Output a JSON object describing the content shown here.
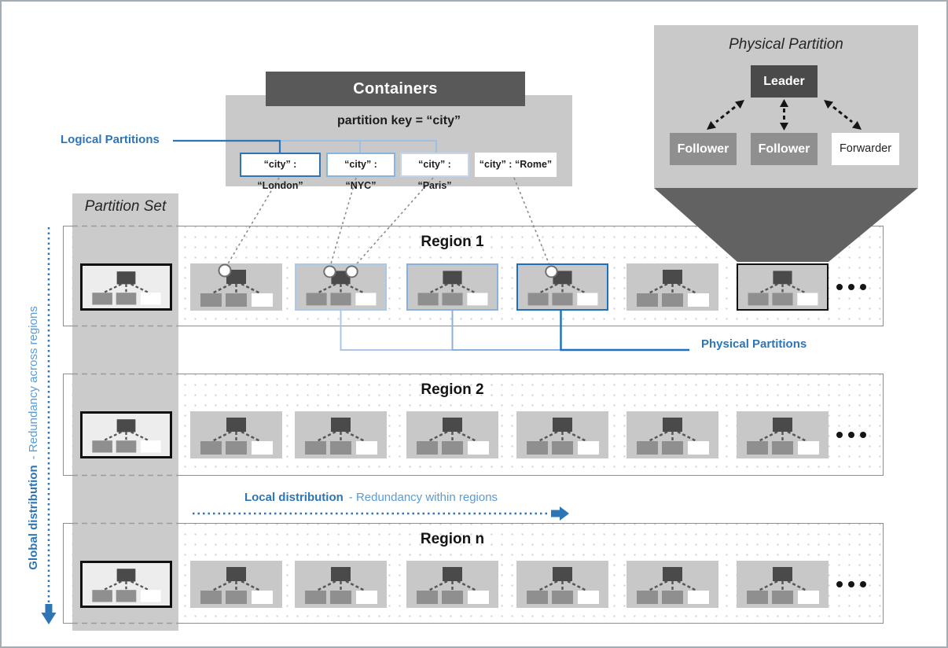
{
  "colors": {
    "accent_blue": "#2e75b6",
    "accent_blue_light": "#5b9bd5",
    "border_light_blue": "#abc8e6",
    "border_medium_blue": "#8ab1dd",
    "border_dark_blue": "#1d6fc0",
    "panel_gray": "#c9c9c9",
    "dark_gray": "#595959"
  },
  "containers": {
    "title": "Containers",
    "partition_key": "partition key = “city”",
    "logical_partitions": [
      {
        "label": "“city” : “London”",
        "border": "dark"
      },
      {
        "label": "“city” : “NYC”",
        "border": "medium"
      },
      {
        "label": "“city” : “Paris”",
        "border": "light"
      },
      {
        "label": "“city” : “Rome”",
        "border": "none"
      }
    ]
  },
  "physical_partition": {
    "title": "Physical Partition",
    "leader": "Leader",
    "follower_1": "Follower",
    "follower_2": "Follower",
    "forwarder": "Forwarder"
  },
  "annotations": {
    "logical_partitions": "Logical Partitions",
    "physical_partitions": "Physical Partitions",
    "partition_set": "Partition Set",
    "global_distribution": "Global distribution",
    "global_distribution_sub": "- Redundancy across regions",
    "local_distribution": "Local distribution",
    "local_distribution_sub": "- Redundancy within regions"
  },
  "regions": [
    {
      "label": "Region 1",
      "icons": [
        {
          "border": "none",
          "circles": [
            "left"
          ]
        },
        {
          "border": "light",
          "circles": [
            "left",
            "right"
          ]
        },
        {
          "border": "medium",
          "circles": []
        },
        {
          "border": "dark",
          "circles": [
            "left"
          ]
        },
        {
          "border": "none",
          "circles": []
        },
        {
          "border": "black",
          "circles": []
        }
      ]
    },
    {
      "label": "Region 2",
      "icons": [
        {
          "border": "none",
          "circles": []
        },
        {
          "border": "none",
          "circles": []
        },
        {
          "border": "none",
          "circles": []
        },
        {
          "border": "none",
          "circles": []
        },
        {
          "border": "none",
          "circles": []
        },
        {
          "border": "none",
          "circles": []
        }
      ]
    },
    {
      "label": "Region n",
      "icons": [
        {
          "border": "none",
          "circles": []
        },
        {
          "border": "none",
          "circles": []
        },
        {
          "border": "none",
          "circles": []
        },
        {
          "border": "none",
          "circles": []
        },
        {
          "border": "none",
          "circles": []
        },
        {
          "border": "none",
          "circles": []
        }
      ]
    }
  ]
}
